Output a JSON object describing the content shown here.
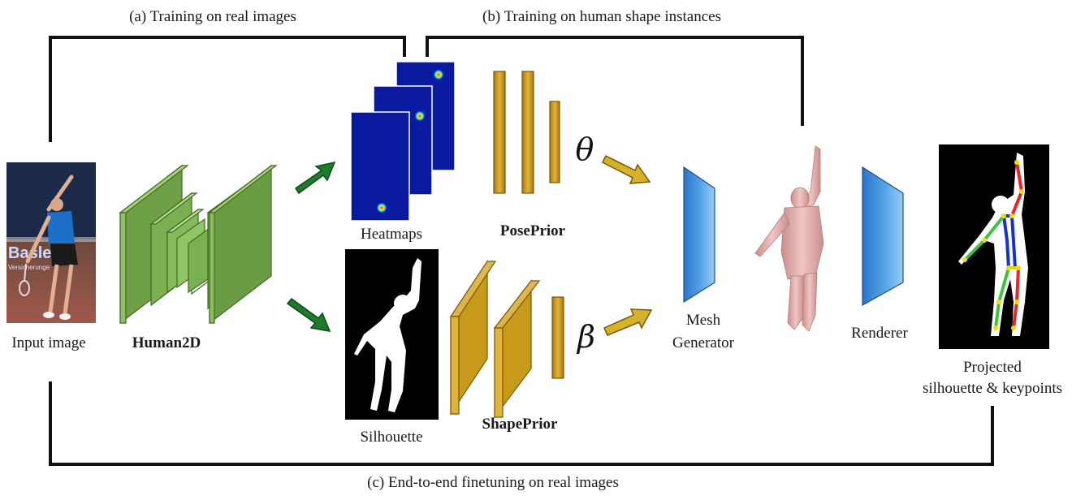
{
  "captions": {
    "a": "(a) Training on real images",
    "b": "(b) Training on human shape instances",
    "c": "(c) End-to-end finetuning on real images"
  },
  "labels": {
    "input_image": "Input image",
    "human2d": "Human2D",
    "heatmaps": "Heatmaps",
    "posePrior": "PosePrior",
    "silhouette": "Silhouette",
    "shapePrior": "ShapePrior",
    "mesh_line1": "Mesh",
    "mesh_line2": "Generator",
    "renderer": "Renderer",
    "projected_line1": "Projected",
    "projected_line2": "silhouette & keypoints"
  },
  "symbols": {
    "theta": "θ",
    "beta": "β"
  },
  "input_photo_text": {
    "brand": "Basle",
    "sub": "Versicherunge"
  },
  "colors": {
    "human2d_green": "#7fb35a",
    "arrow_green": "#1f7a2e",
    "prior_gold": "#c89a1c",
    "arrow_gold": "#d6b22a",
    "mesh_blue": "#4f9ee0",
    "heatmap_navy": "#0a1aa0",
    "body_pink": "#e3b2b0",
    "bracket": "#111111"
  }
}
